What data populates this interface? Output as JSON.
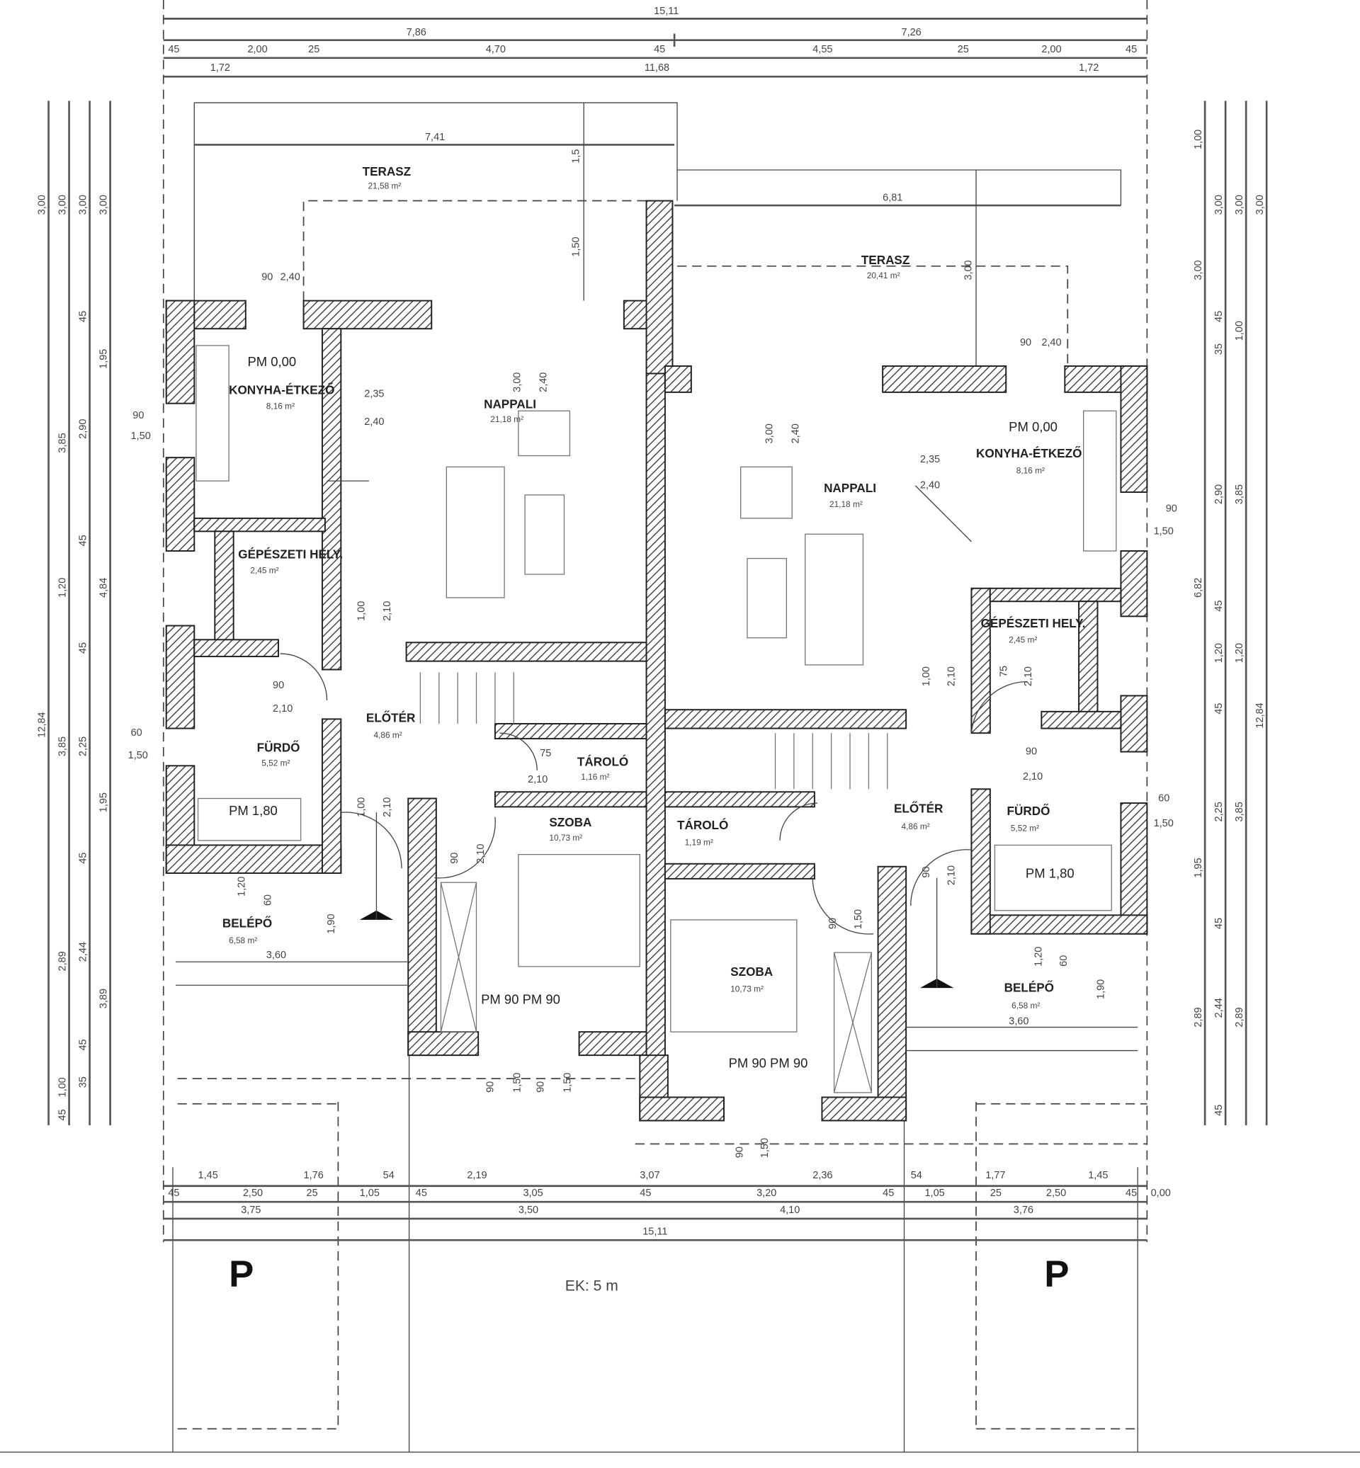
{
  "plan": {
    "scale_label": "EK: 5 m",
    "parking_label": "P",
    "top_dims": {
      "total": "15,11",
      "halves": [
        "7,86",
        "7,26"
      ],
      "row3": [
        "45",
        "2,00",
        "25",
        "4,70",
        "45",
        "4,55",
        "25",
        "2,00",
        "45"
      ],
      "row4": [
        "1,72",
        "11,68",
        "1,72"
      ]
    },
    "bottom_dims": {
      "row1": [
        "1,45",
        "1,76",
        "54",
        "2,19",
        "3,07",
        "2,36",
        "54",
        "1,77",
        "1,45"
      ],
      "row2": [
        "45",
        "2,50",
        "25",
        "1,05",
        "45",
        "3,05",
        "45",
        "3,20",
        "45",
        "1,05",
        "25",
        "2,50",
        "45",
        "0,00"
      ],
      "row3": [
        "3,75",
        "3,50",
        "4,10",
        "3,76"
      ],
      "total": "15,11"
    },
    "left_dims": [
      "3,00",
      "3,00",
      "3,00",
      "3,00",
      "45",
      "1,95",
      "3,85",
      "2,90",
      "45",
      "1,20",
      "4,84",
      "45",
      "3,85",
      "2,25",
      "1,95",
      "45",
      "2,89",
      "2,44",
      "3,89",
      "45",
      "1,00",
      "45",
      "35",
      "12,84"
    ],
    "right_dims": [
      "1,00",
      "3,00",
      "3,00",
      "3,00",
      "3,00",
      "45",
      "35",
      "1,00",
      "2,90",
      "3,85",
      "6,82",
      "45",
      "1,20",
      "1,20",
      "45",
      "12,84",
      "2,25",
      "3,85",
      "1,95",
      "45",
      "2,89",
      "2,44",
      "2,89",
      "45"
    ],
    "left_unit": {
      "terrace": {
        "name": "TERASZ",
        "area": "21,58 m²",
        "dims": [
          "7,41",
          "1,5",
          "1,50"
        ]
      },
      "kitchen": {
        "name": "KONYHA-ÉTKEZŐ",
        "area": "8,16 m²",
        "pm": "PM 0,00"
      },
      "living": {
        "name": "NAPPALI",
        "area": "21,18 m²"
      },
      "utility": {
        "name": "GÉPÉSZETI HELY.",
        "area": "2,45 m²"
      },
      "bath": {
        "name": "FÜRDŐ",
        "area": "5,52 m²",
        "pm": "PM 1,80"
      },
      "hall": {
        "name": "ELŐTÉR",
        "area": "4,86 m²"
      },
      "storage": {
        "name": "TÁROLÓ",
        "area": "1,16 m²"
      },
      "bedroom": {
        "name": "SZOBA",
        "area": "10,73 m²",
        "pm": "PM 90 PM 90"
      },
      "entry": {
        "name": "BELÉPŐ",
        "area": "6,58 m²",
        "dims": [
          "3,60",
          "1,90",
          "1,20",
          "60"
        ]
      },
      "openings": [
        "90",
        "2,40",
        "3,00",
        "2,40",
        "2,35",
        "2,40",
        "90",
        "1,50",
        "60",
        "1,50",
        "1,00",
        "2,10",
        "90",
        "2,10",
        "75",
        "2,10",
        "1,00",
        "2,10",
        "90",
        "2,10",
        "90",
        "1,50",
        "90",
        "1,50"
      ]
    },
    "right_unit": {
      "terrace": {
        "name": "TERASZ",
        "area": "20,41 m²",
        "dims": [
          "6,81",
          "3,00"
        ]
      },
      "kitchen": {
        "name": "KONYHA-ÉTKEZŐ",
        "area": "8,16 m²",
        "pm": "PM 0,00"
      },
      "living": {
        "name": "NAPPALI",
        "area": "21,18 m²"
      },
      "utility": {
        "name": "GÉPÉSZETI HELY.",
        "area": "2,45 m²"
      },
      "bath": {
        "name": "FÜRDŐ",
        "area": "5,52 m²",
        "pm": "PM 1,80"
      },
      "hall": {
        "name": "ELŐTÉR",
        "area": "4,86 m²"
      },
      "storage": {
        "name": "TÁROLÓ",
        "area": "1,19 m²"
      },
      "bedroom": {
        "name": "SZOBA",
        "area": "10,73 m²",
        "pm": "PM 90 PM 90"
      },
      "entry": {
        "name": "BELÉPŐ",
        "area": "6,58 m²",
        "dims": [
          "3,60",
          "1,90",
          "1,20",
          "60"
        ]
      },
      "openings": [
        "90",
        "2,40",
        "3,00",
        "2,40",
        "2,35",
        "2,40",
        "90",
        "1,50",
        "60",
        "1,50",
        "1,00",
        "2,10",
        "75",
        "2,10",
        "90",
        "2,10",
        "90",
        "2,10",
        "90",
        "1,50",
        "90",
        "1,50"
      ]
    }
  }
}
